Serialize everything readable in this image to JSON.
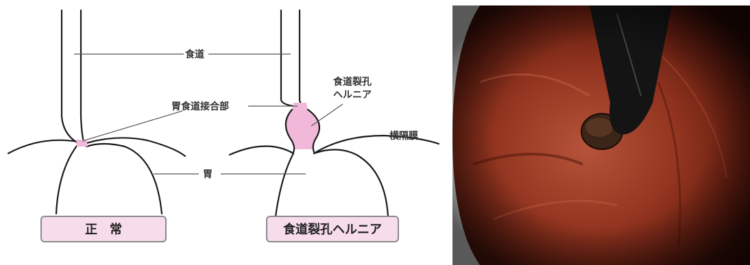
{
  "labels": {
    "esophagus": "食道",
    "ge_junction": "胃食道接合部",
    "hernia": [
      "食道裂孔",
      "ヘルニア"
    ],
    "diaphragm": "横隔膜",
    "stomach": "胃"
  },
  "captions": {
    "normal": "正　常",
    "hernia": "食道裂孔ヘルニア"
  },
  "colors": {
    "highlight": "#f2b8d9",
    "caption_fill": "#f7dcec",
    "caption_border": "#8a8a8a"
  }
}
